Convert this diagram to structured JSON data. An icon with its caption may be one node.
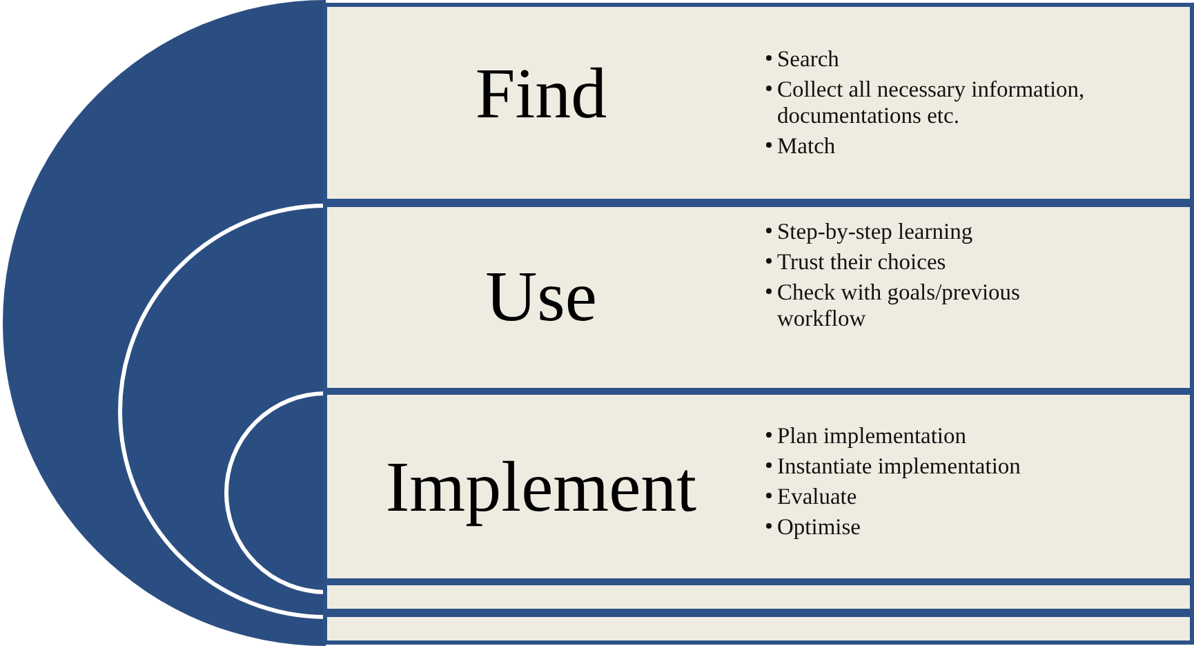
{
  "diagram": {
    "nodes": [
      {
        "text": [
          "Find",
          "Search",
          "Collect all necessary information, documentations etc.",
          "Match"
        ]
      },
      {
        "text": [
          "Use",
          "Step-by-step learning",
          "Trust their choices",
          "Check with goals/previous workflow"
        ]
      },
      {
        "text": [
          "Implement",
          "Plan implementation",
          "Instantiate implementation",
          "Evaluate",
          "Optimise"
        ]
      },
      {
        "text": [],
        "shape": "box"
      },
      {
        "text": [],
        "shape": "box"
      }
    ]
  }
}
